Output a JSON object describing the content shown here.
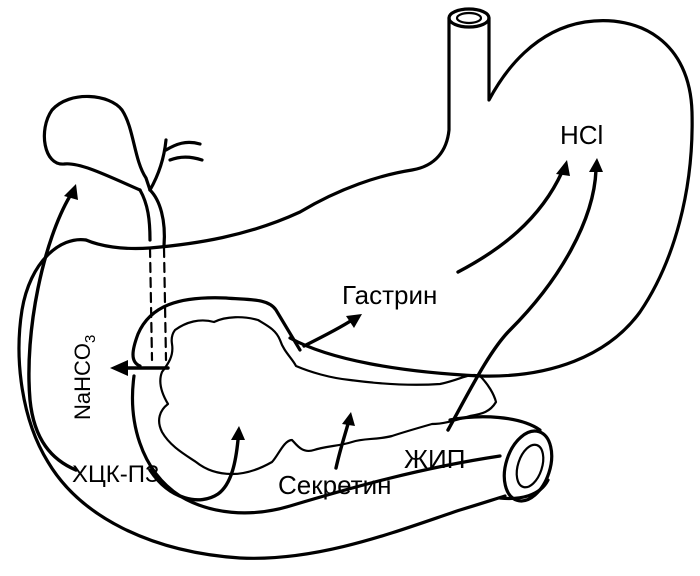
{
  "labels": {
    "hcl": "HCl",
    "gastrin": "Гастрин",
    "gip": "ЖИП",
    "secretin": "Секретин",
    "cck_pz": "ХЦК-ПЗ",
    "nahco3_main": "NaHCO",
    "nahco3_sub": "3"
  }
}
